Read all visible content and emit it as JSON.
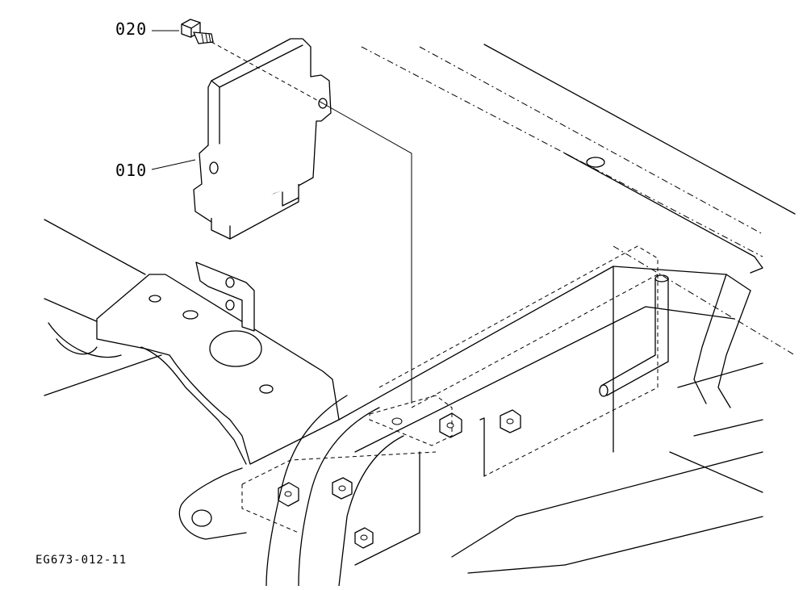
{
  "callouts": [
    {
      "id": "020",
      "label": "020"
    },
    {
      "id": "010",
      "label": "010"
    }
  ],
  "drawing_code": "EG673-012-11",
  "colors": {
    "line": "#000000",
    "background": "#ffffff"
  }
}
